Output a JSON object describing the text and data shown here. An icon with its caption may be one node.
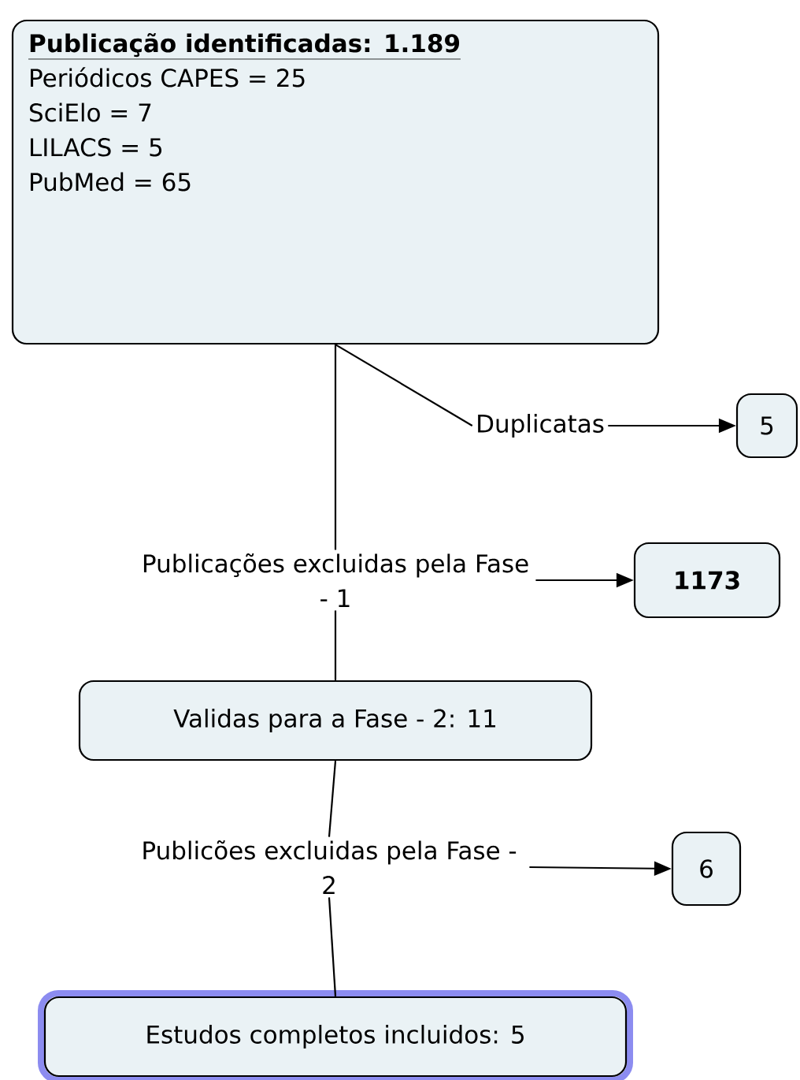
{
  "diagram": {
    "nodes": [
      {
        "text": [
          "Publicação identificadas: 1.189",
          "Periódicos CAPES = 25",
          "SciElo = 7",
          "LILACS = 5",
          "PubMed = 65"
        ]
      },
      {
        "text": [
          "Duplicatas"
        ]
      },
      {
        "text": [
          "5"
        ]
      },
      {
        "text": [
          "Publicações excluidas pela Fase - 1"
        ]
      },
      {
        "text": [
          "1173"
        ]
      },
      {
        "text": [
          "Validas para a Fase - 2: 11"
        ]
      },
      {
        "text": [
          "Publicões excluidas pela Fase - 2"
        ]
      },
      {
        "text": [
          "6"
        ]
      },
      {
        "text": [
          "Estudos completos incluidos: 5"
        ]
      }
    ],
    "edges": [
      {
        "from": 0,
        "to": 1,
        "arrow": "none"
      },
      {
        "from": 1,
        "to": 2,
        "arrow": "to"
      },
      {
        "from": 0,
        "to": 3,
        "arrow": "none"
      },
      {
        "from": 3,
        "to": 4,
        "arrow": "to"
      },
      {
        "from": 3,
        "to": 5,
        "arrow": "none"
      },
      {
        "from": 5,
        "to": 6,
        "arrow": "none"
      },
      {
        "from": 6,
        "to": 7,
        "arrow": "to"
      },
      {
        "from": 6,
        "to": 8,
        "arrow": "none"
      }
    ]
  }
}
